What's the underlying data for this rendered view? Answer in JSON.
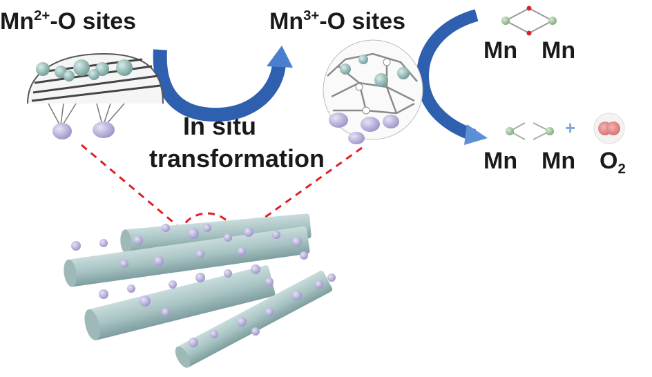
{
  "labels": {
    "mn2_base": "Mn",
    "mn2_charge": "2+",
    "mn2_suffix": "-O sites",
    "mn3_base": "Mn",
    "mn3_charge": "3+",
    "mn3_suffix": "-O sites",
    "transform_line1": "In situ",
    "transform_line2": "transformation",
    "mn_top_left": "Mn",
    "mn_top_right": "Mn",
    "mn_bottom_left": "Mn",
    "mn_bottom_right": "Mn",
    "o2_base": "O",
    "o2_sub": "2",
    "plus_sign": "+"
  },
  "colors": {
    "arrow_blue": "#2f5faf",
    "arrow_blue_light": "#5b8fd6",
    "dashed_red": "#e02020",
    "mn_atom": "#8fb8b4",
    "mn_node_green": "#9fc49a",
    "oxygen_red": "#d9232a",
    "rod_fill": "#a9c4c4",
    "particle_purple": "#b9b3d9"
  }
}
